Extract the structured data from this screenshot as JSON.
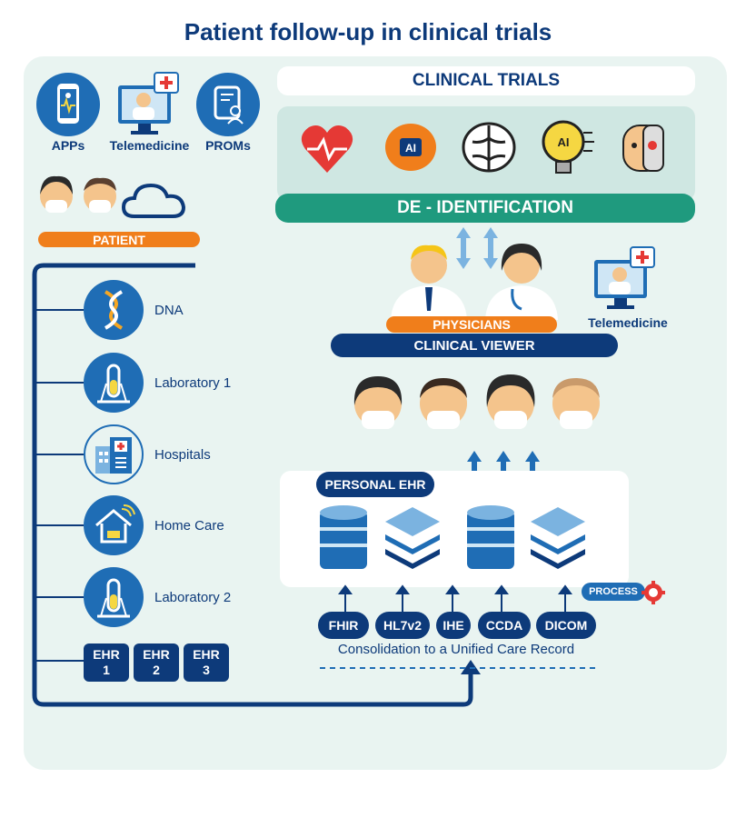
{
  "title": "Patient follow-up in clinical trials",
  "top_icons": [
    {
      "label": "APPs",
      "icon": "smartphone-heart-icon"
    },
    {
      "label": "Telemedicine",
      "icon": "telemedicine-monitor-icon"
    },
    {
      "label": "PROMs",
      "icon": "document-user-icon"
    }
  ],
  "patient_label": "PATIENT",
  "sources": [
    {
      "label": "DNA",
      "icon": "dna-icon"
    },
    {
      "label": "Laboratory 1",
      "icon": "test-tube-icon"
    },
    {
      "label": "Hospitals",
      "icon": "hospital-icon"
    },
    {
      "label": "Home Care",
      "icon": "home-care-icon"
    },
    {
      "label": "Laboratory 2",
      "icon": "test-tube-icon"
    }
  ],
  "ehr_boxes": [
    {
      "line1": "EHR",
      "line2": "1"
    },
    {
      "line1": "EHR",
      "line2": "2"
    },
    {
      "line1": "EHR",
      "line2": "3"
    }
  ],
  "clinical_trials": "CLINICAL TRIALS",
  "trial_icons": [
    "heart-rate-icon",
    "ai-brain-icon",
    "circuit-brain-icon",
    "ai-lightbulb-icon",
    "robot-head-icon"
  ],
  "deidentification": "DE - IDENTIFICATION",
  "physicians_label": "PHYSICIANS",
  "telemedicine_label": "Telemedicine",
  "clinical_viewer": "CLINICAL VIEWER",
  "personal_ehr": "PERSONAL EHR",
  "process_label": "PROCESS",
  "standards": [
    "FHIR",
    "HL7v2",
    "IHE",
    "CCDA",
    "DICOM"
  ],
  "consolidation": "Consolidation to a Unified Care Record",
  "colors": {
    "navy": "#0d3a7a",
    "blue": "#1f6db5",
    "orange": "#f07e1b",
    "teal": "#1f9a7e",
    "panel": "#e9f4f1"
  }
}
